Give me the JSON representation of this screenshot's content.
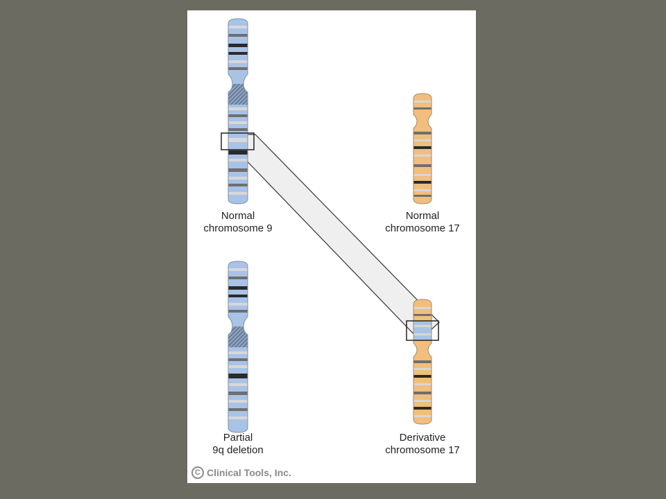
{
  "labels": {
    "chr9_normal": {
      "line1": "Normal",
      "line2": "chromosome 9"
    },
    "chr17_normal": {
      "line1": "Normal",
      "line2": "chromosome 17"
    },
    "chr9_partial": {
      "line1": "Partial",
      "line2": "9q deletion"
    },
    "chr17_derivative": {
      "line1": "Derivative",
      "line2": "chromosome 17"
    }
  },
  "copyright": {
    "symbol": "C",
    "text": "Clinical Tools, Inc."
  },
  "colors": {
    "background": "#6b6b62",
    "panel": "#ffffff",
    "chr9_fill": "#a9c3e6",
    "chr17_fill": "#f1be7e",
    "band_dark": "#2a2a2a",
    "band_gray": "#6e6e6e",
    "band_light": "#d8d8d8"
  }
}
